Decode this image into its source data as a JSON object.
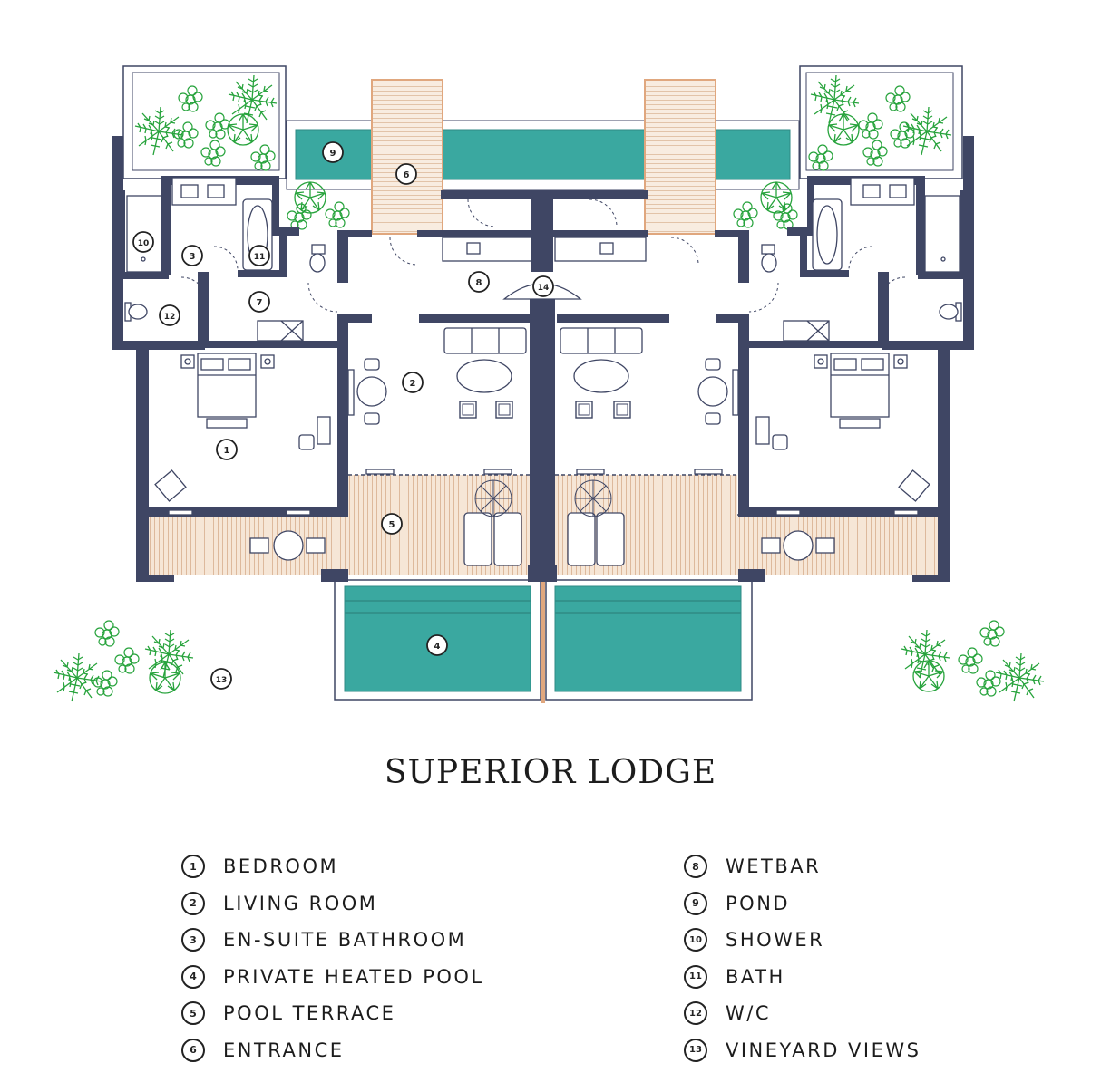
{
  "colors": {
    "wall": "#3f4664",
    "water": "#3aa8a0",
    "plant": "#27a33c",
    "deck": "#f6e6d6",
    "deck_line": "#ddb99c",
    "accent": "#e0a77e"
  },
  "plan": {
    "labels": [
      "1",
      "2",
      "3",
      "4",
      "5",
      "6",
      "7",
      "8",
      "9",
      "10",
      "11",
      "12",
      "13",
      "14"
    ]
  },
  "title": "SUPERIOR LODGE",
  "legend": {
    "left": [
      {
        "num": "1",
        "label": "BEDROOM"
      },
      {
        "num": "2",
        "label": "LIVING ROOM"
      },
      {
        "num": "3",
        "label": "EN-SUITE BATHROOM"
      },
      {
        "num": "4",
        "label": "PRIVATE HEATED POOL"
      },
      {
        "num": "5",
        "label": "POOL TERRACE"
      },
      {
        "num": "6",
        "label": "ENTRANCE"
      }
    ],
    "right": [
      {
        "num": "8",
        "label": "WETBAR"
      },
      {
        "num": "9",
        "label": "POND"
      },
      {
        "num": "10",
        "label": "SHOWER"
      },
      {
        "num": "11",
        "label": "BATH"
      },
      {
        "num": "12",
        "label": "W/C"
      },
      {
        "num": "13",
        "label": "VINEYARD VIEWS"
      }
    ]
  }
}
